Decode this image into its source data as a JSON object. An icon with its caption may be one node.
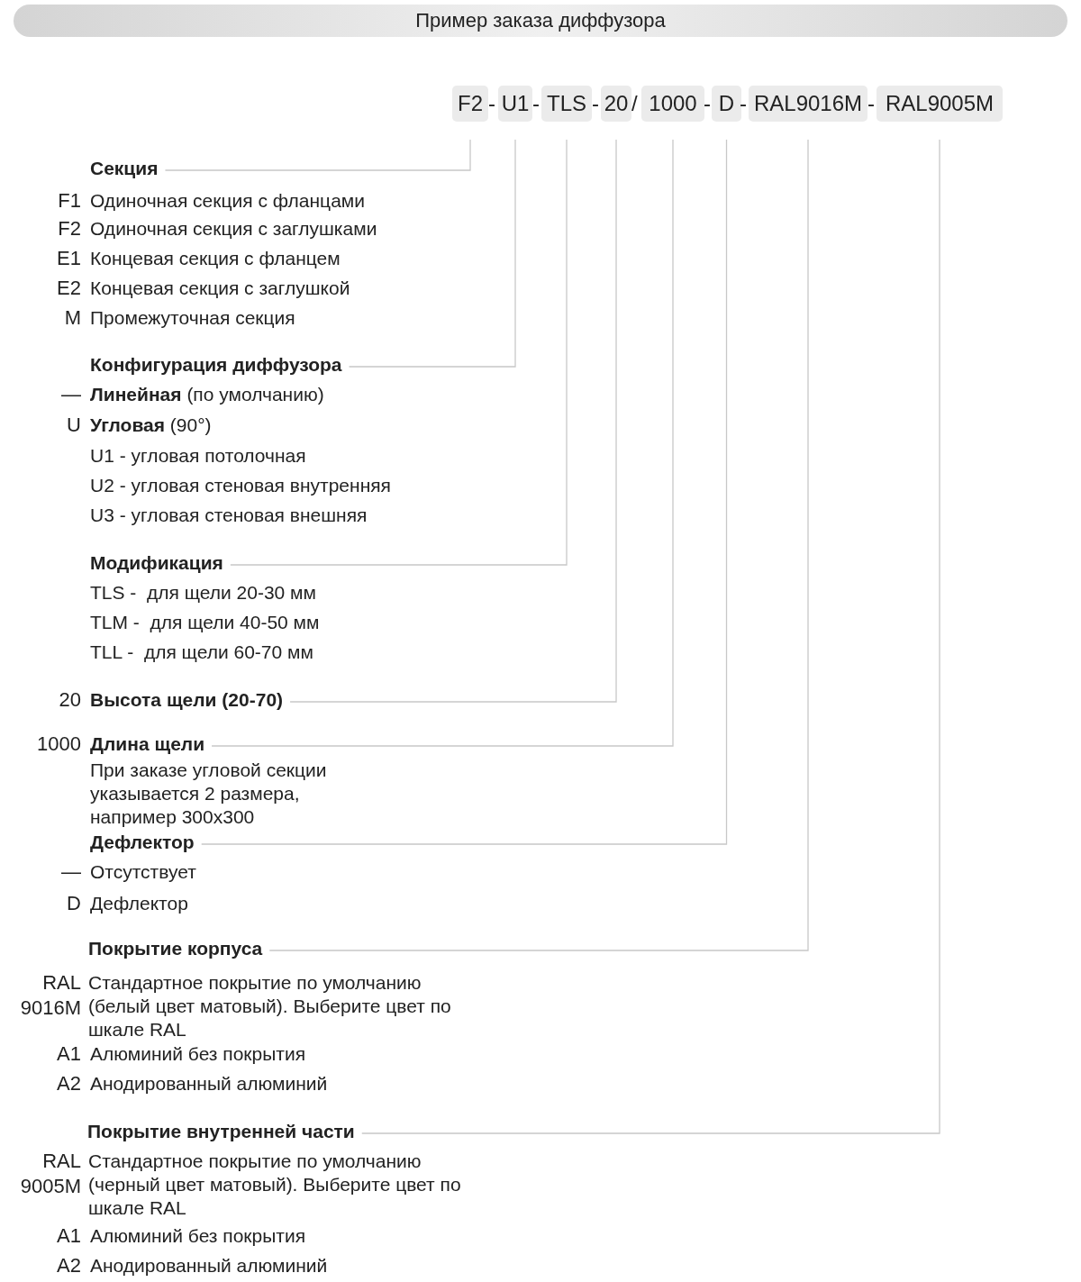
{
  "diagram": {
    "title": "Пример заказа диффузора",
    "nodes": [
      {
        "text": [
          "F2"
        ]
      },
      {
        "text": [
          "U1"
        ]
      },
      {
        "text": [
          "TLS"
        ]
      },
      {
        "text": [
          "20"
        ]
      },
      {
        "text": [
          "1000"
        ]
      },
      {
        "text": [
          "D"
        ]
      },
      {
        "text": [
          "RAL9016M"
        ]
      },
      {
        "text": [
          "RAL9005M"
        ]
      },
      {
        "text": [
          "Секция"
        ]
      },
      {
        "text": [
          "Конфигурация диффузора"
        ]
      },
      {
        "text": [
          "Модификация"
        ]
      },
      {
        "text": [
          "Высота щели (20-70)"
        ]
      },
      {
        "text": [
          "Длина щели"
        ]
      },
      {
        "text": [
          "Дефлектор"
        ]
      },
      {
        "text": [
          "Покрытие корпуса"
        ]
      },
      {
        "text": [
          "Покрытие внутренней части"
        ]
      }
    ],
    "edges": [
      {
        "from": 0,
        "to": 8,
        "arrow": "none"
      },
      {
        "from": 1,
        "to": 9,
        "arrow": "none"
      },
      {
        "from": 2,
        "to": 10,
        "arrow": "none"
      },
      {
        "from": 3,
        "to": 11,
        "arrow": "none"
      },
      {
        "from": 4,
        "to": 12,
        "arrow": "none"
      },
      {
        "from": 5,
        "to": 13,
        "arrow": "none"
      },
      {
        "from": 6,
        "to": 14,
        "arrow": "none"
      },
      {
        "from": 7,
        "to": 15,
        "arrow": "none"
      }
    ],
    "labels": [
      "-",
      "-",
      "-",
      "/",
      "-",
      "-",
      "-",
      "F1",
      "Одиночная секция с фланцами",
      "F2",
      "Одиночная секция с заглушками",
      "E1",
      "Концевая секция с фланцем",
      "E2",
      "Концевая секция с заглушкой",
      "M",
      "Промежуточная секция",
      "—",
      "**Линейная** (по умолчанию)",
      "U",
      "**Угловая** (90°)",
      "U1 - угловая потолочная",
      "U2 - угловая стеновая внутренняя",
      "U3 - угловая стеновая внешняя",
      "TLS -  для щели 20-30 мм",
      "TLM -  для щели 40-50 мм",
      "TLL -  для щели 60-70 мм",
      "20",
      "1000",
      "При заказе угловой секции указывается 2 размера, например 300x300",
      "—",
      "Отсутствует",
      "D",
      "Дефлектор",
      "RAL 9016M",
      "Стандартное покрытие по умолчанию (белый цвет матовый). Выберите цвет по шкале RAL",
      "A1",
      "Алюминий без покрытия",
      "A2",
      "Анодированный алюминий",
      "RAL 9005M",
      "Стандартное покрытие по умолчанию (черный цвет матовый). Выберите цвет по шкале RAL",
      "A1",
      "Алюминий без покрытия",
      "A2",
      "Анодированный алюминий"
    ]
  }
}
